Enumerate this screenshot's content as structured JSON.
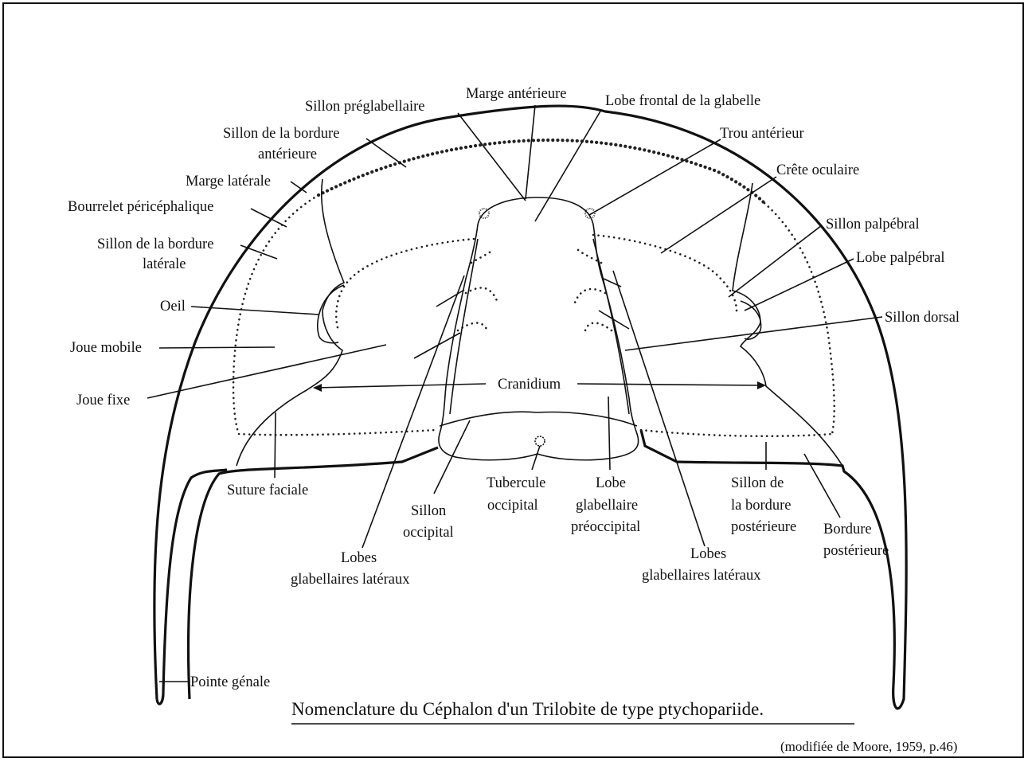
{
  "labels": {
    "marge_anterieure": "Marge antérieure",
    "sillon_preglabellaire": "Sillon préglabellaire",
    "lobe_frontal": "Lobe frontal de la glabelle",
    "sillon_bordure_anterieure_1": "Sillon de la bordure",
    "sillon_bordure_anterieure_2": "antérieure",
    "trou_anterieur": "Trou antérieur",
    "marge_laterale": "Marge latérale",
    "crete_oculaire": "Crête oculaire",
    "bourrelet": "Bourrelet péricéphalique",
    "sillon_bordure_laterale_1": "Sillon de la bordure",
    "sillon_bordure_laterale_2": "latérale",
    "sillon_palpebral": "Sillon palpébral",
    "lobe_palpebral": "Lobe palpébral",
    "oeil": "Oeil",
    "sillon_dorsal": "Sillon dorsal",
    "joue_mobile": "Joue mobile",
    "cranidium": "Cranidium",
    "joue_fixe": "Joue fixe",
    "suture_faciale": "Suture faciale",
    "tubercule_1": "Tubercule",
    "tubercule_2": "occipital",
    "lobe_preoccipital_1": "Lobe",
    "lobe_preoccipital_2": "glabellaire",
    "lobe_preoccipital_3": "préoccipital",
    "sillon_bordure_posterieure_1": "Sillon de",
    "sillon_bordure_posterieure_2": "la bordure",
    "sillon_bordure_posterieure_3": "postérieure",
    "bordure_posterieure_1": "Bordure",
    "bordure_posterieure_2": "postérieure",
    "sillon_occipital_1": "Sillon",
    "sillon_occipital_2": "occipital",
    "lobes_lateraux_gauche_1": "Lobes",
    "lobes_lateraux_gauche_2": "glabellaires latéraux",
    "lobes_lateraux_droite_1": "Lobes",
    "lobes_lateraux_droite_2": "glabellaires latéraux",
    "pointe_genale": "Pointe génale"
  },
  "title": "Nomenclature du Céphalon d'un Trilobite de type ptychopariide.",
  "credit": "(modifiée de Moore, 1959, p.46)"
}
